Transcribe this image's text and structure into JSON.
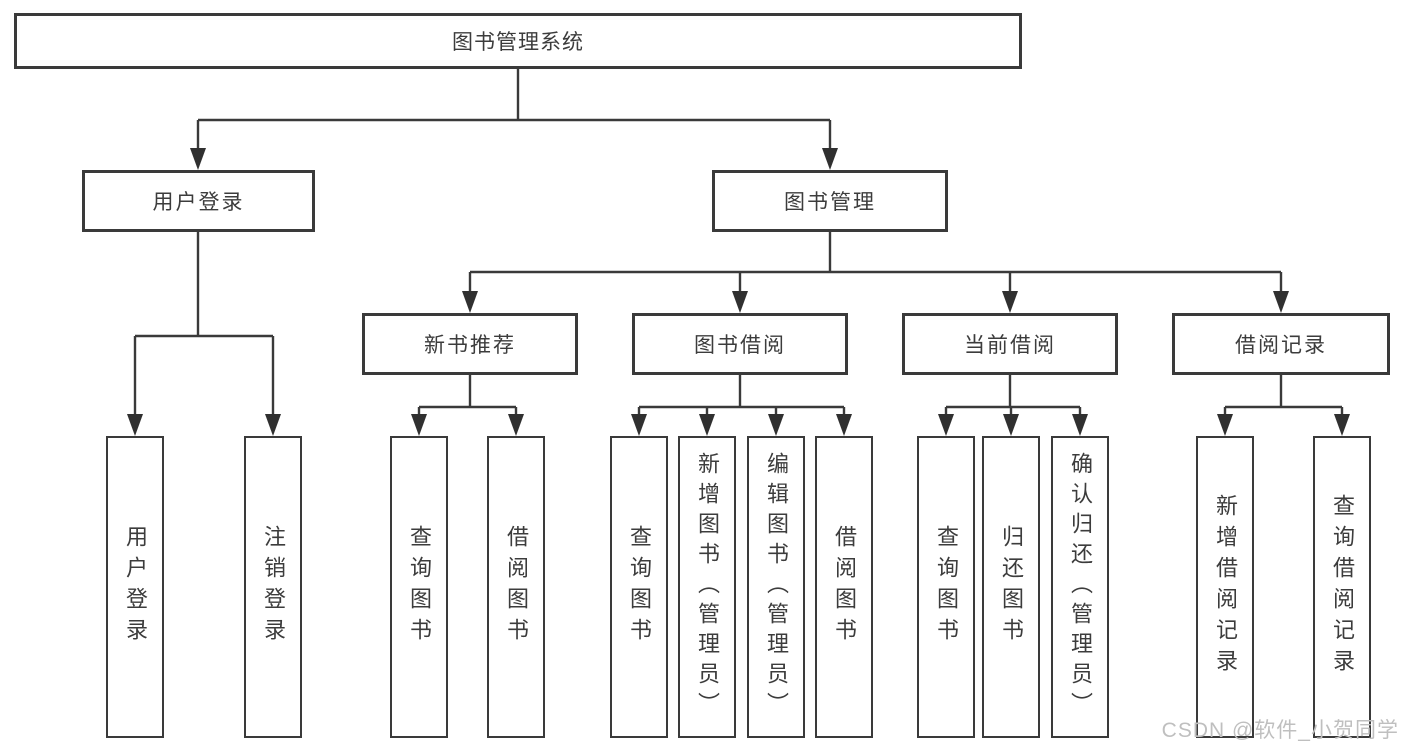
{
  "title": "图书管理系统",
  "level2": {
    "user_login": "用户登录",
    "book_mgmt": "图书管理"
  },
  "level3": {
    "new_book": "新书推荐",
    "borrow": "图书借阅",
    "current": "当前借阅",
    "records": "借阅记录"
  },
  "leaves": {
    "user_login": [
      "用户登录",
      "注销登录"
    ],
    "new_book": [
      "查询图书",
      "借阅图书"
    ],
    "borrow": [
      "查询图书",
      "新增图书（管理员）",
      "编辑图书（管理员）",
      "借阅图书"
    ],
    "current": [
      "查询图书",
      "归还图书",
      "确认归还（管理员）"
    ],
    "records": [
      "新增借阅记录",
      "查询借阅记录"
    ]
  },
  "watermark": "CSDN @软件_小贺同学",
  "colors": {
    "line": "#3a3a3a",
    "text": "#3c3c3c",
    "watermark": "#bfbfbf",
    "background": "#ffffff"
  }
}
